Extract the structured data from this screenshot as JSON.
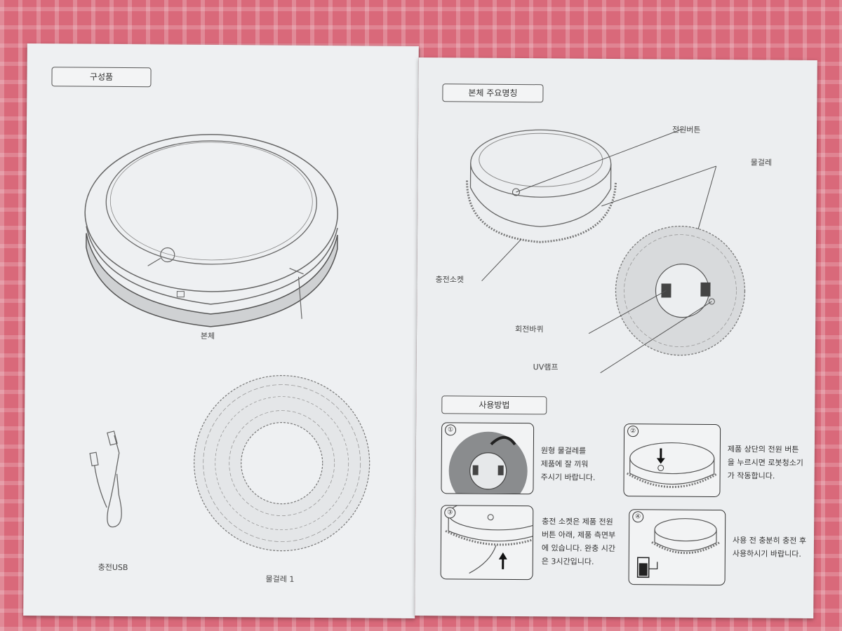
{
  "left_page": {
    "section_title": "구성품",
    "main_unit_caption": "본체",
    "usb_caption": "충전USB",
    "mop_caption": "물걸레 1"
  },
  "right_page": {
    "parts_title": "본체 주요명칭",
    "parts_labels": {
      "power_button": "전원버튼",
      "mop": "물걸레",
      "charging_socket": "충전소켓",
      "rotating_wheel": "회전바퀴",
      "uv_lamp": "UV램프"
    },
    "usage_title": "사용방법",
    "steps": [
      {
        "num": "①",
        "text": "원형 물걸레를\n제품에 잘 끼워\n주시기 바랍니다."
      },
      {
        "num": "②",
        "text": "제품 상단의 전원 버튼\n을 누르시면 로봇청소기\n가 작동합니다."
      },
      {
        "num": "③",
        "text": "충전 소켓은 제품 전원\n버튼 아래, 제품 측면부\n에 있습니다. 완충 시간\n은 3시간입니다."
      },
      {
        "num": "④",
        "text": "사용 전 충분히 충전 후\n사용하시기 바랍니다."
      }
    ]
  },
  "colors": {
    "background_fabric": "#d9697a",
    "paper": "#eef0f2",
    "line_art": "#555555"
  }
}
